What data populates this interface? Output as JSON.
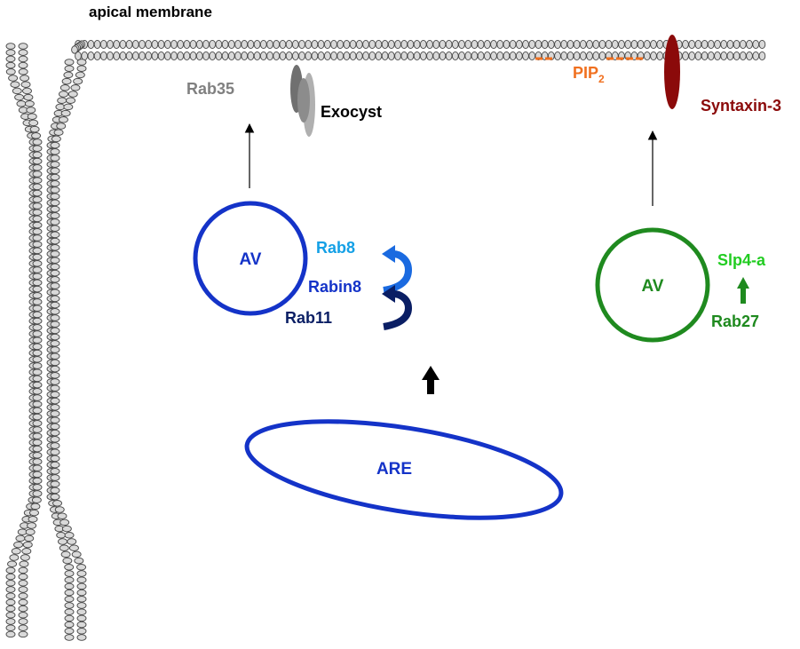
{
  "header": {
    "title": "apical membrane"
  },
  "left_pathway": {
    "vesicle_label": "AV",
    "rab8_label": "Rab8",
    "rabin8_label": "Rabin8",
    "rab11_label": "Rab11",
    "rab35_label": "Rab35",
    "exocyst_label": "Exocyst"
  },
  "right_pathway": {
    "vesicle_label": "AV",
    "slp4a_label": "Slp4-a",
    "rab27_label": "Rab27",
    "syntaxin_label": "Syntaxin-3",
    "pip2_label": "PIP",
    "pip2_subscript": "2"
  },
  "recycling_endosome": {
    "label": "ARE"
  },
  "colors": {
    "membrane_fill": "#d9d9d9",
    "membrane_stroke": "#444444",
    "blue": "#1433c8",
    "light_blue": "#14a0e6",
    "navy": "#0a1e64",
    "green": "#1f8a1f",
    "light_green": "#22cc22",
    "dark_red": "#8b0a0a",
    "orange": "#f07020",
    "gray": "#808080",
    "black": "#000000"
  }
}
